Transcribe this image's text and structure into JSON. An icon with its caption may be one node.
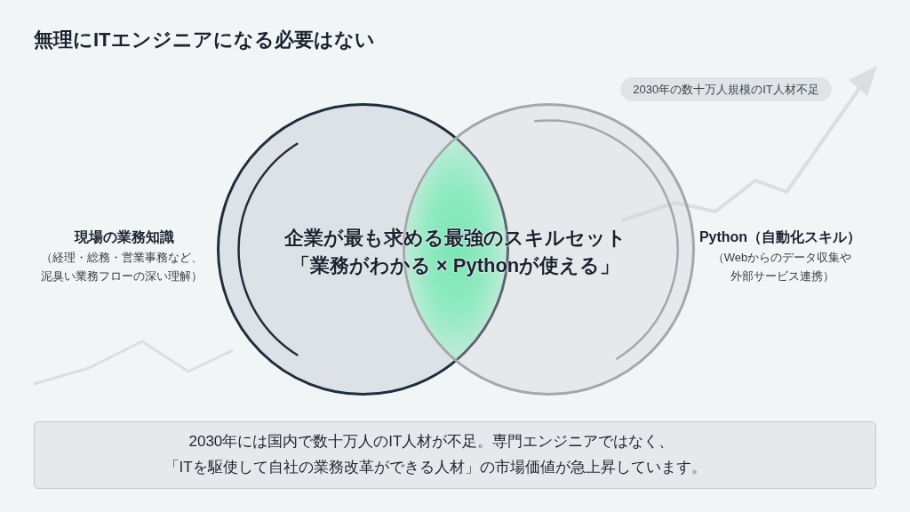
{
  "diagram": {
    "title": "無理にITエンジニアになる必要はない",
    "nodes": [
      {
        "text": [
          "現場の業務知識",
          "（経理・総務・営業事務など、泥臭い業務フローの深い理解）"
        ]
      },
      {
        "text": [
          "Python（自動化スキル）",
          "（Webからのデータ収集や外部サービス連携）"
        ]
      },
      {
        "text": [
          "企業が最も求める最強のスキルセット",
          "「業務がわかる × Pythonが使える」"
        ]
      },
      {
        "text": [
          "2030年の数十万人規模のIT人材不足"
        ]
      },
      {
        "text": [
          "2030年には国内で数十万人のIT人材が不足。専門エンジニアではなく、",
          "「ITを駆使して自社の業務改革ができる人材」の市場価値が急上昇しています。"
        ]
      }
    ]
  }
}
